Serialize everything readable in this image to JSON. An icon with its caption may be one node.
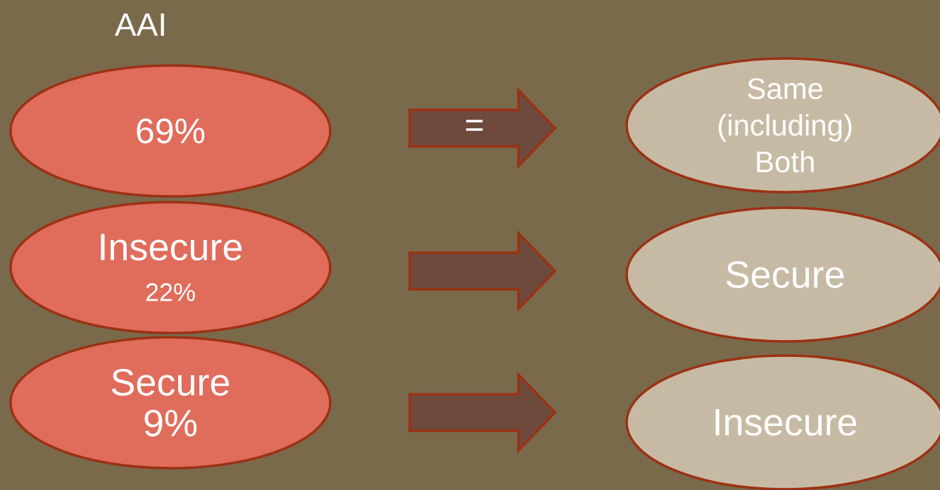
{
  "diagram": {
    "title": "AAI",
    "nodes": [
      {
        "text": [
          "69%"
        ]
      },
      {
        "text": [
          "Insecure",
          "22%"
        ]
      },
      {
        "text": [
          "Secure 9%"
        ]
      },
      {
        "text": [
          "Same (including) Both"
        ]
      },
      {
        "text": [
          "Secure"
        ]
      },
      {
        "text": [
          "Insecure"
        ]
      }
    ],
    "edges": [
      {
        "from": 0,
        "to": 3,
        "arrow": "to",
        "label": "="
      },
      {
        "from": 1,
        "to": 4,
        "arrow": "to"
      },
      {
        "from": 2,
        "to": 5,
        "arrow": "to"
      }
    ]
  }
}
